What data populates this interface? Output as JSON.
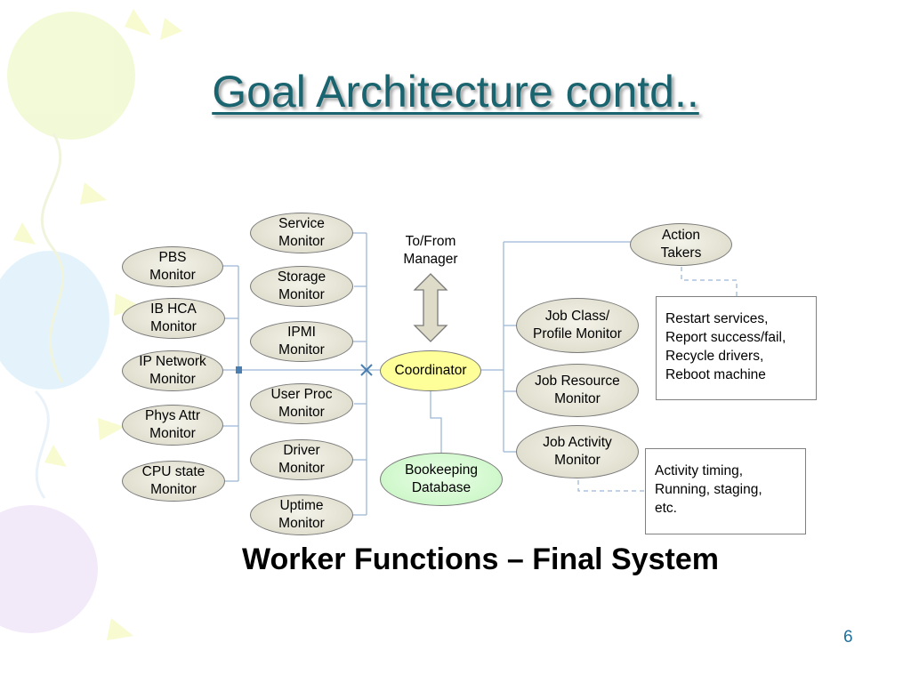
{
  "slide": {
    "title": "Goal Architecture contd..",
    "caption": "Worker Functions – Final System",
    "page_number": "6"
  },
  "diagram": {
    "left_monitors": [
      "PBS\nMonitor",
      "IB HCA\nMonitor",
      "IP Network\nMonitor",
      "Phys Attr\nMonitor",
      "CPU state\nMonitor"
    ],
    "middle_monitors": [
      "Service\nMonitor",
      "Storage\nMonitor",
      "IPMI\nMonitor",
      "User Proc\nMonitor",
      "Driver\nMonitor",
      "Uptime\nMonitor"
    ],
    "manager_label": "To/From\nManager",
    "coordinator": "Coordinator",
    "database": "Bookeeping\nDatabase",
    "right_nodes": [
      "Action\nTakers",
      "Job Class/\nProfile Monitor",
      "Job Resource\nMonitor",
      "Job Activity\nMonitor"
    ],
    "action_notes": "Restart services,\nReport success/fail,\nRecycle drivers,\nReboot machine",
    "activity_notes": "Activity timing,\nRunning, staging,\netc."
  },
  "colors": {
    "title": "#1a6470",
    "coordinator_fill": "#ffff99",
    "database_fill": "#cff7cb",
    "connector": "#9db8d6",
    "page_number": "#1f6f9a"
  }
}
